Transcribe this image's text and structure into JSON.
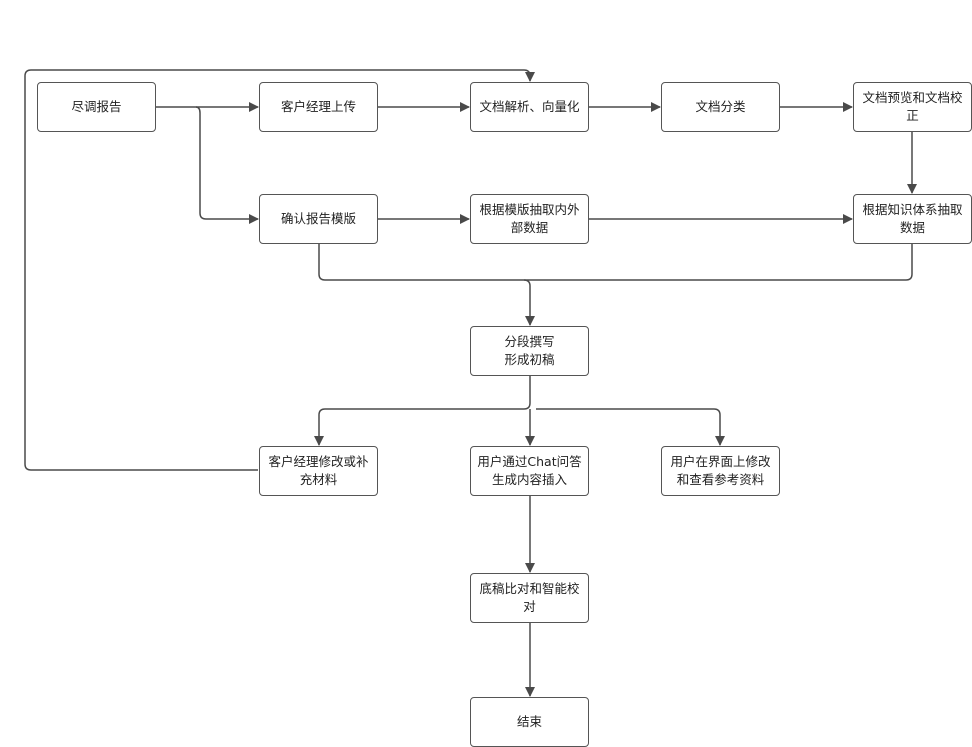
{
  "nodes": {
    "diligence_report": "尽调报告",
    "manager_upload": "客户经理上传",
    "doc_parse": "文档解析、向量化",
    "doc_classify": "文档分类",
    "doc_preview": "文档预览和文档校\n正",
    "confirm_template": "确认报告模版",
    "extract_by_template": "根据模版抽取内外\n部数据",
    "extract_by_knowledge": "根据知识体系抽取\n数据",
    "draft": "分段撰写\n形成初稿",
    "manager_revise": "客户经理修改或补\n充材料",
    "chat_insert": "用户通过Chat问答\n生成内容插入",
    "ui_edit": "用户在界面上修改\n和查看参考资料",
    "compare_check": "底稿比对和智能校\n对",
    "end": "结束"
  },
  "colors": {
    "line": "#4a4a4a",
    "border": "#555555",
    "text": "#222222"
  }
}
